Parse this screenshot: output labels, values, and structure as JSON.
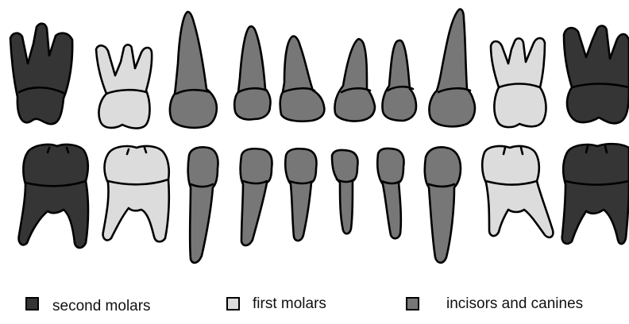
{
  "colors": {
    "second_molars": "#353535",
    "first_molars": "#dcdcdc",
    "incisors_and_canines": "#777777",
    "outline": "#000000"
  },
  "teeth": {
    "upper": [
      "second-molar",
      "first-molar",
      "canine",
      "incisor",
      "incisor",
      "incisor",
      "incisor",
      "canine",
      "first-molar",
      "second-molar"
    ],
    "lower": [
      "second-molar",
      "first-molar",
      "canine",
      "incisor",
      "incisor",
      "incisor",
      "incisor",
      "canine",
      "first-molar",
      "second-molar"
    ]
  },
  "legend": {
    "second_molars": "second molars",
    "first_molars": "first molars",
    "incisors_and_canines": "incisors and canines"
  }
}
